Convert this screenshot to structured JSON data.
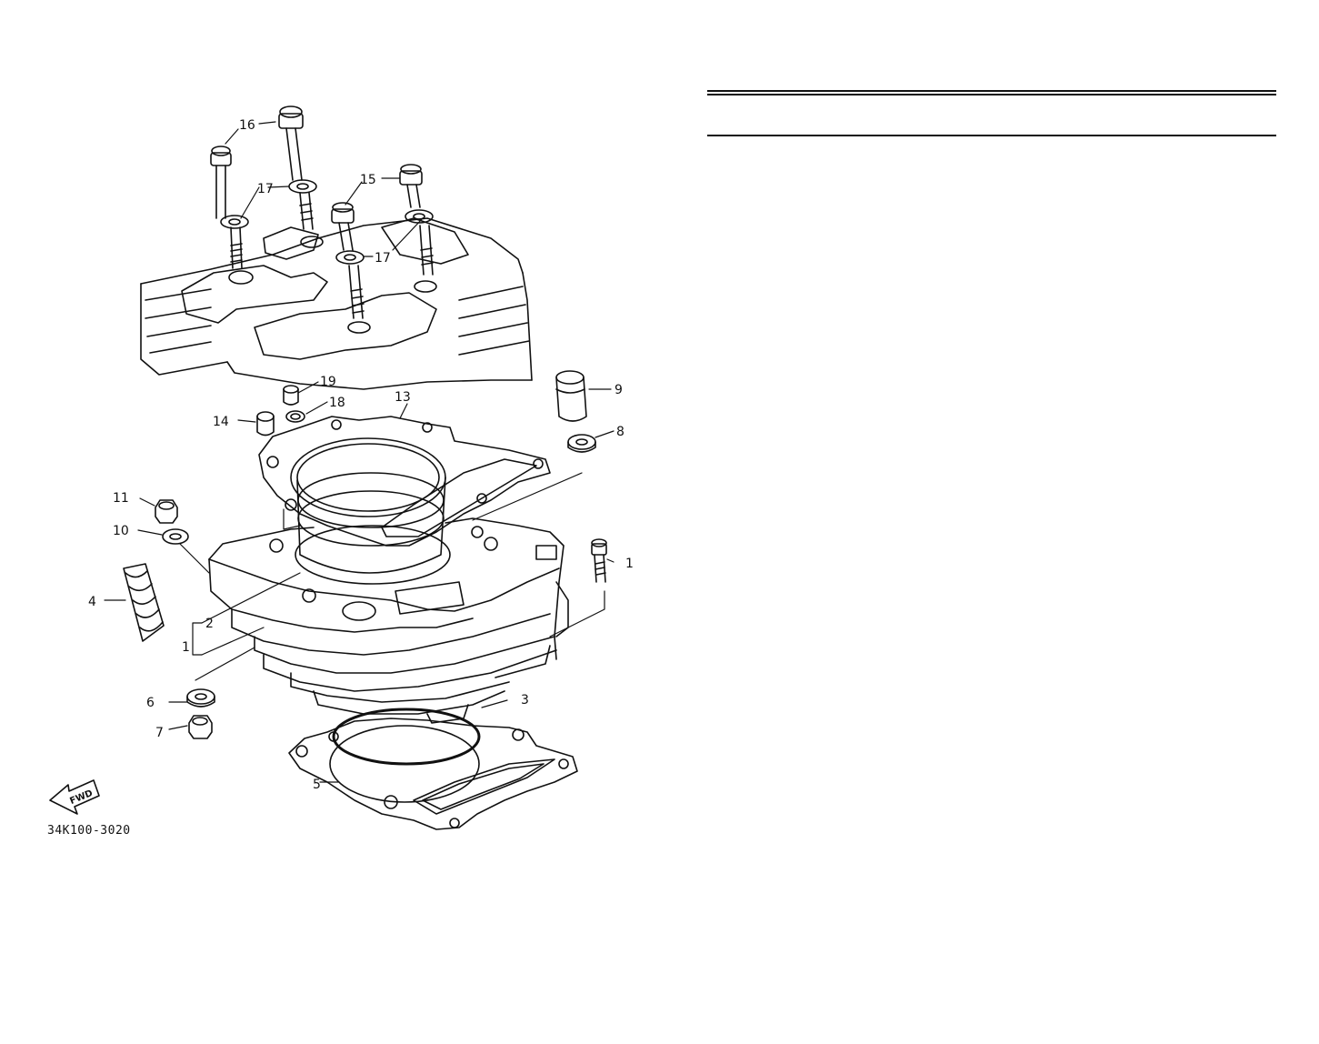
{
  "diagram": {
    "part_code": "34K100-3020",
    "fwd_label": "FWD",
    "callouts": [
      {
        "id": "c1",
        "text": "1"
      },
      {
        "id": "c1b",
        "text": "1"
      },
      {
        "id": "c2",
        "text": "2"
      },
      {
        "id": "c3",
        "text": "3"
      },
      {
        "id": "c4",
        "text": "4"
      },
      {
        "id": "c5",
        "text": "5"
      },
      {
        "id": "c6",
        "text": "6"
      },
      {
        "id": "c7",
        "text": "7"
      },
      {
        "id": "c8",
        "text": "8"
      },
      {
        "id": "c9",
        "text": "9"
      },
      {
        "id": "c10",
        "text": "10"
      },
      {
        "id": "c11",
        "text": "11"
      },
      {
        "id": "c13",
        "text": "13"
      },
      {
        "id": "c14",
        "text": "14"
      },
      {
        "id": "c15",
        "text": "15"
      },
      {
        "id": "c16",
        "text": "16"
      },
      {
        "id": "c17a",
        "text": "17"
      },
      {
        "id": "c17b",
        "text": "17"
      },
      {
        "id": "c18",
        "text": "18"
      },
      {
        "id": "c19",
        "text": "19"
      }
    ]
  },
  "parts_table": {
    "header_rule": "double",
    "rows": []
  }
}
